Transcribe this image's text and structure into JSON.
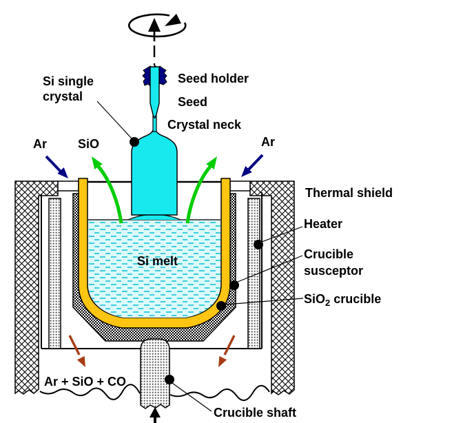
{
  "labels": {
    "seed_holder": "Seed holder",
    "seed": "Seed",
    "crystal_neck": "Crystal neck",
    "si_single_crystal_line1": "Si single",
    "si_single_crystal_line2": "crystal",
    "ar_left": "Ar",
    "sio_out": "SiO",
    "ar_right": "Ar",
    "thermal_shield": "Thermal shield",
    "heater": "Heater",
    "crucible_susceptor_line1": "Crucible",
    "crucible_susceptor_line2": "susceptor",
    "sio2_crucible_base": "SiO",
    "sio2_crucible_sub": "2",
    "sio2_crucible_rest": "crucible",
    "si_melt": "Si melt",
    "exhaust_gas": "Ar + SiO + CO",
    "crucible_shaft": "Crucible shaft"
  },
  "colors": {
    "crystal_cyan": "#17E9EF",
    "melt_background": "#DDFAFB",
    "melt_dash_cyan": "#3BCEDC",
    "crucible_gold": "#FFC513",
    "seed_holder_navy": "#000082",
    "argon_arrow_navy": "#000082",
    "sio_arrow_green": "#00CC00",
    "exhaust_arrow_brown": "#A63D15",
    "outline_black": "#000000"
  }
}
